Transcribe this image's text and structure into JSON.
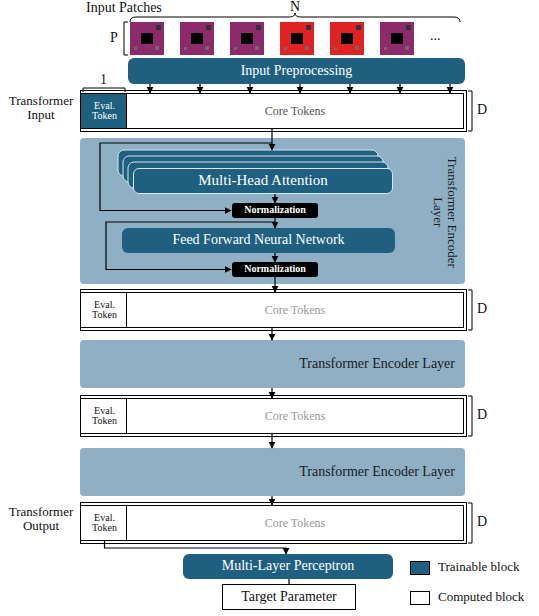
{
  "diagram": {
    "nodes": [
      {
        "text": [
          "Input Preprocessing"
        ]
      },
      {
        "text": [
          "Eval. Token"
        ]
      },
      {
        "text": [
          "Core Tokens"
        ]
      },
      {
        "text": [
          "Transformer Encoder Layer"
        ]
      },
      {
        "text": [
          "Multi-Head Attention"
        ],
        "in": 3
      },
      {
        "text": [
          "Normalization"
        ],
        "in": 3
      },
      {
        "text": [
          "Feed Forward Neural Network"
        ],
        "in": 3
      },
      {
        "text": [
          "Normalization"
        ],
        "in": 3
      },
      {
        "text": [
          "Eval. Token"
        ]
      },
      {
        "text": [
          "Core Tokens"
        ]
      },
      {
        "text": [
          "Transformer Encoder Layer"
        ]
      },
      {
        "text": [
          "Eval. Token"
        ]
      },
      {
        "text": [
          "Core Tokens"
        ]
      },
      {
        "text": [
          "Transformer Encoder Layer"
        ]
      },
      {
        "text": [
          "Eval. Token"
        ]
      },
      {
        "text": [
          "Core Tokens"
        ]
      },
      {
        "text": [
          "Multi-Layer Perceptron"
        ]
      },
      {
        "text": [
          "Target Parameter"
        ]
      }
    ],
    "edges": [
      {
        "from": 0,
        "to": 2,
        "arrow": "to"
      },
      {
        "from": 0,
        "to": 2,
        "arrow": "to"
      },
      {
        "from": 0,
        "to": 2,
        "arrow": "to"
      },
      {
        "from": 0,
        "to": 2,
        "arrow": "to"
      },
      {
        "from": 0,
        "to": 2,
        "arrow": "to"
      },
      {
        "from": 0,
        "to": 2,
        "arrow": "to"
      },
      {
        "from": 0,
        "to": 2,
        "arrow": "to"
      },
      {
        "from": 2,
        "to": 4,
        "arrow": "to"
      },
      {
        "from": 4,
        "to": 5,
        "arrow": "to"
      },
      {
        "from": 5,
        "to": 6,
        "arrow": "to"
      },
      {
        "from": 6,
        "to": 7,
        "arrow": "to"
      },
      {
        "from": 7,
        "to": 9,
        "arrow": "to"
      },
      {
        "from": 9,
        "to": 10,
        "arrow": "to"
      },
      {
        "from": 10,
        "to": 12,
        "arrow": "to"
      },
      {
        "from": 12,
        "to": 13,
        "arrow": "to"
      },
      {
        "from": 13,
        "to": 15,
        "arrow": "to"
      },
      {
        "from": 14,
        "to": 16,
        "arrow": "to"
      },
      {
        "from": 16,
        "to": 17,
        "arrow": "none"
      }
    ],
    "labels": [
      "Input Patches",
      "N",
      "P",
      "...",
      "Transformer Input",
      "1",
      "D",
      "D",
      "D",
      "D",
      "Transformer Output"
    ],
    "legend": [
      {
        "text": "Trainable block",
        "color": "#1f5f7f"
      },
      {
        "text": "Computed block",
        "color": "#ffffff"
      }
    ]
  }
}
